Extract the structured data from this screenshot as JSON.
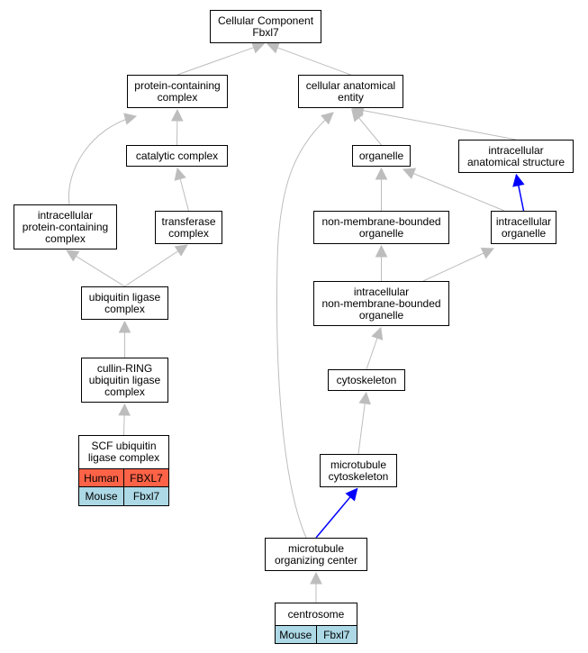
{
  "colors": {
    "edge_gray": "#bdbdbd",
    "edge_blue": "#0000ff",
    "human_row": "#ff6347",
    "mouse_row": "#add8e6"
  },
  "nodes": {
    "root": {
      "lines": [
        "Cellular Component",
        "Fbxl7"
      ]
    },
    "protein_containing_complex": {
      "lines": [
        "protein-containing",
        "complex"
      ]
    },
    "cellular_anatomical_entity": {
      "lines": [
        "cellular anatomical",
        "entity"
      ]
    },
    "catalytic_complex": {
      "lines": [
        "catalytic complex"
      ]
    },
    "organelle": {
      "lines": [
        "organelle"
      ]
    },
    "intracellular_anatomical_structure": {
      "lines": [
        "intracellular",
        "anatomical structure"
      ]
    },
    "intracellular_protein_containing_complex": {
      "lines": [
        "intracellular",
        "protein-containing",
        "complex"
      ]
    },
    "transferase_complex": {
      "lines": [
        "transferase",
        "complex"
      ]
    },
    "non_membrane_bounded_organelle": {
      "lines": [
        "non-membrane-bounded",
        "organelle"
      ]
    },
    "intracellular_organelle": {
      "lines": [
        "intracellular",
        "organelle"
      ]
    },
    "ubiquitin_ligase_complex": {
      "lines": [
        "ubiquitin ligase",
        "complex"
      ]
    },
    "intracellular_non_membrane_bounded_organelle": {
      "lines": [
        "intracellular",
        "non-membrane-bounded",
        "organelle"
      ]
    },
    "cullin_ring": {
      "lines": [
        "cullin-RING",
        "ubiquitin ligase",
        "complex"
      ]
    },
    "cytoskeleton": {
      "lines": [
        "cytoskeleton"
      ]
    },
    "microtubule_cytoskeleton": {
      "lines": [
        "microtubule",
        "cytoskeleton"
      ]
    },
    "microtubule_organizing_center": {
      "lines": [
        "microtubule",
        "organizing center"
      ]
    }
  },
  "tables": {
    "scf": {
      "lines": [
        "SCF ubiquitin",
        "ligase complex"
      ],
      "rows": [
        {
          "species": "Human",
          "gene": "FBXL7",
          "color": "#ff6347"
        },
        {
          "species": "Mouse",
          "gene": "Fbxl7",
          "color": "#add8e6"
        }
      ]
    },
    "centrosome": {
      "lines": [
        "centrosome"
      ],
      "rows": [
        {
          "species": "Mouse",
          "gene": "Fbxl7",
          "color": "#add8e6"
        }
      ]
    }
  },
  "edges": [
    {
      "from": "protein_containing_complex",
      "to": "root",
      "color": "gray"
    },
    {
      "from": "cellular_anatomical_entity",
      "to": "root",
      "color": "gray"
    },
    {
      "from": "catalytic_complex",
      "to": "protein_containing_complex",
      "color": "gray"
    },
    {
      "from": "intracellular_protein_containing_complex",
      "to": "protein_containing_complex",
      "color": "gray"
    },
    {
      "from": "organelle",
      "to": "cellular_anatomical_entity",
      "color": "gray"
    },
    {
      "from": "intracellular_anatomical_structure",
      "to": "cellular_anatomical_entity",
      "color": "gray"
    },
    {
      "from": "microtubule_organizing_center",
      "to": "cellular_anatomical_entity",
      "color": "gray"
    },
    {
      "from": "transferase_complex",
      "to": "catalytic_complex",
      "color": "gray"
    },
    {
      "from": "non_membrane_bounded_organelle",
      "to": "organelle",
      "color": "gray"
    },
    {
      "from": "intracellular_organelle",
      "to": "organelle",
      "color": "gray"
    },
    {
      "from": "intracellular_organelle",
      "to": "intracellular_anatomical_structure",
      "color": "blue"
    },
    {
      "from": "ubiquitin_ligase_complex",
      "to": "intracellular_protein_containing_complex",
      "color": "gray"
    },
    {
      "from": "ubiquitin_ligase_complex",
      "to": "transferase_complex",
      "color": "gray"
    },
    {
      "from": "intracellular_non_membrane_bounded_organelle",
      "to": "non_membrane_bounded_organelle",
      "color": "gray"
    },
    {
      "from": "intracellular_non_membrane_bounded_organelle",
      "to": "intracellular_organelle",
      "color": "gray"
    },
    {
      "from": "cullin_ring",
      "to": "ubiquitin_ligase_complex",
      "color": "gray"
    },
    {
      "from": "cytoskeleton",
      "to": "intracellular_non_membrane_bounded_organelle",
      "color": "gray"
    },
    {
      "from": "scf",
      "to": "cullin_ring",
      "color": "gray"
    },
    {
      "from": "microtubule_cytoskeleton",
      "to": "cytoskeleton",
      "color": "gray"
    },
    {
      "from": "microtubule_organizing_center",
      "to": "microtubule_cytoskeleton",
      "color": "blue"
    },
    {
      "from": "centrosome",
      "to": "microtubule_organizing_center",
      "color": "gray"
    }
  ]
}
